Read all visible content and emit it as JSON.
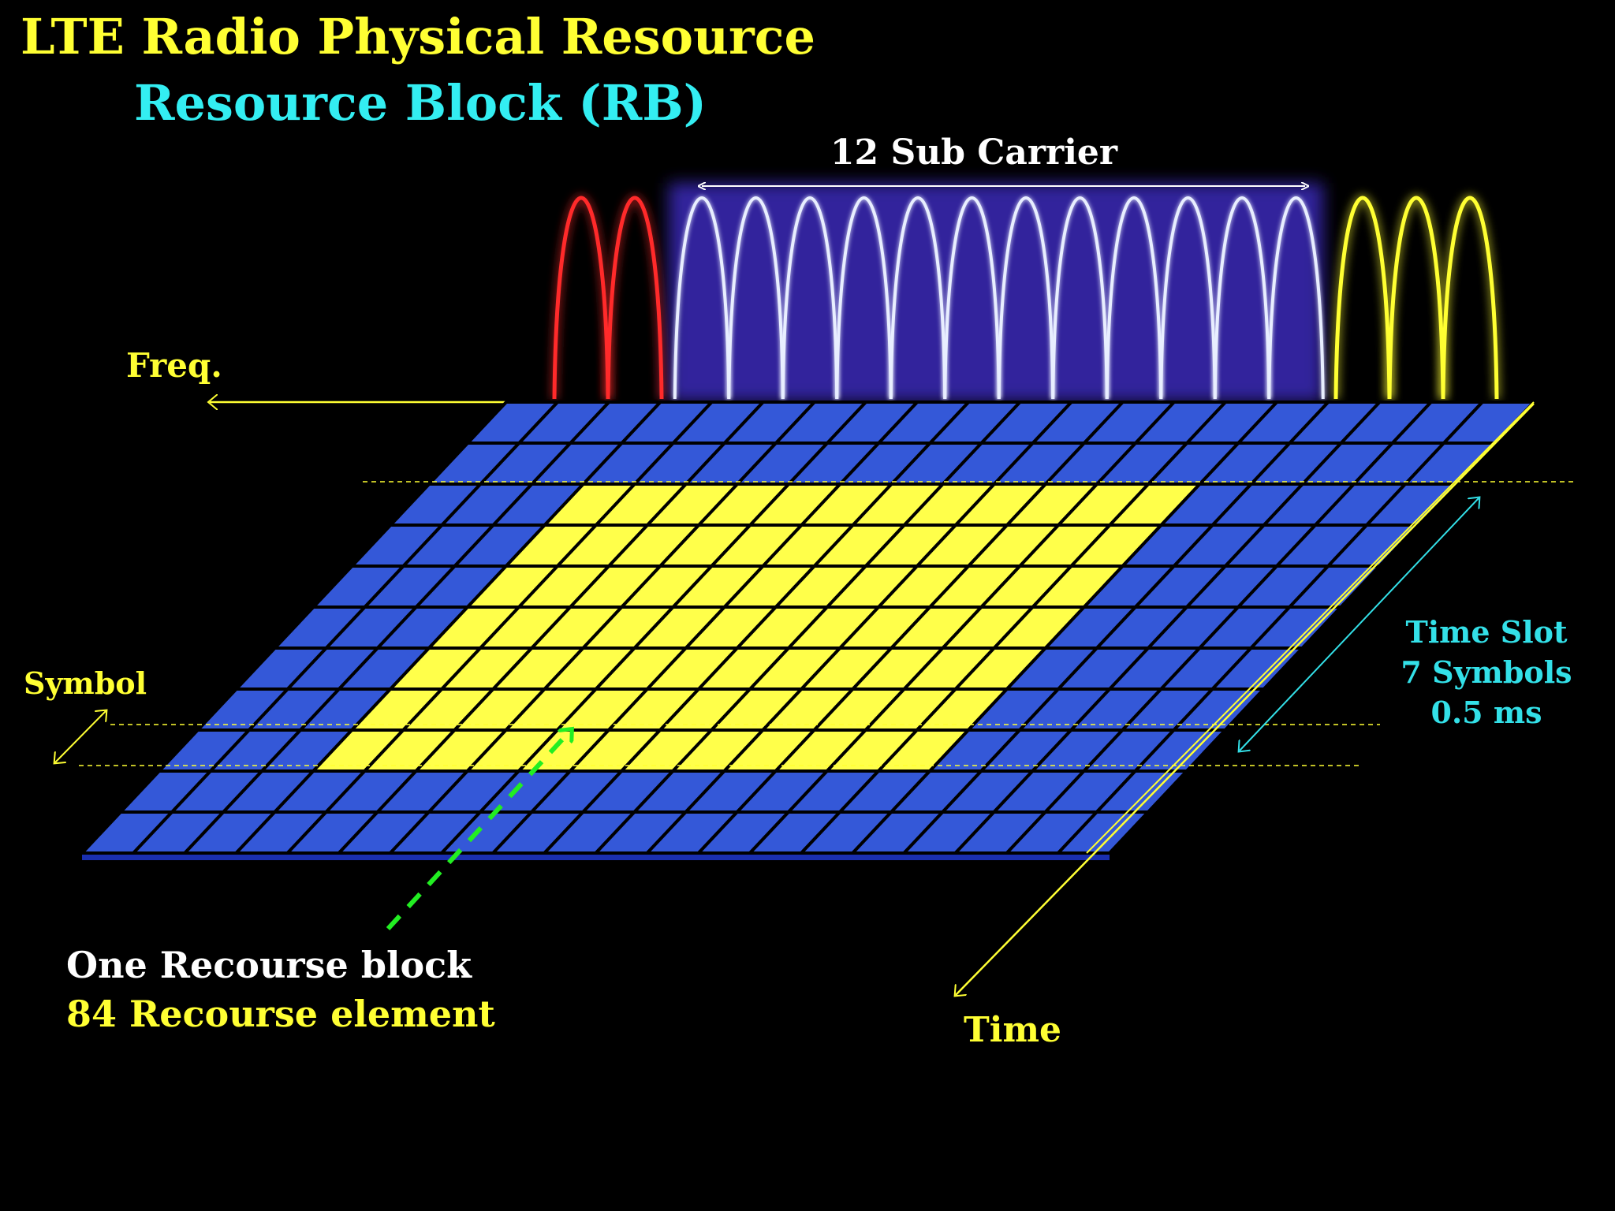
{
  "title": "LTE Radio Physical Resource",
  "subtitle": "Resource Block (RB)",
  "subcarrier_label": "12 Sub Carrier",
  "freq_label": "Freq.",
  "symbol_label": "Symbol",
  "time_label": "Time",
  "timeslot": {
    "line1": "Time Slot",
    "line2": "7 Symbols",
    "line3": "0.5 ms"
  },
  "rb_caption": {
    "line1": "One Recourse block",
    "line2": "84 Recourse element"
  },
  "grid": {
    "rows": 11,
    "cols": 20,
    "rb_rows": 7,
    "rb_cols": 12
  },
  "carriers": {
    "red_count": 2,
    "rb_count": 12,
    "yellow_count": 3
  },
  "colors": {
    "background": "#000000",
    "title": "#FFFF33",
    "subtitle": "#33EEF2",
    "grid_cell": "#3458D8",
    "rb_cell": "#FFFF4A",
    "grid_line": "#000000",
    "axis": "#FFFF33",
    "timeslot": "#33E0E8",
    "pointer": "#22EE22",
    "red_carrier": "#FF2A2A",
    "rb_carrier": "#E8EEFF",
    "rb_glow": "#3A2AB8",
    "yellow_carrier": "#FFFF33"
  },
  "icons": [
    "freq-arrow-icon",
    "time-arrow-icon",
    "double-arrow-icon"
  ]
}
